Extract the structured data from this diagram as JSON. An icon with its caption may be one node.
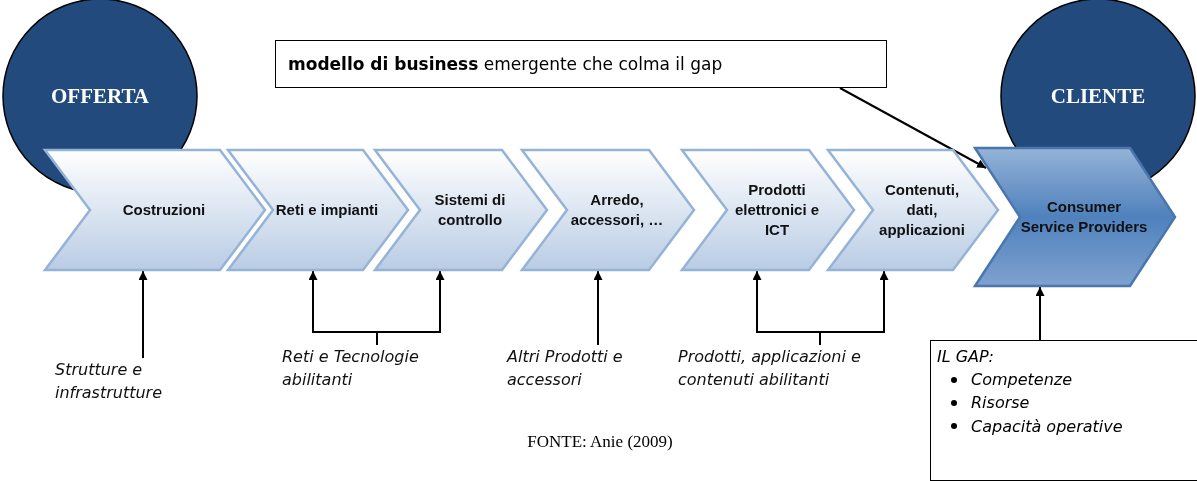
{
  "diagram": {
    "caption": "FONTE: Anie (2009)",
    "nodes": [
      {
        "text": [
          "OFFERTA"
        ]
      },
      {
        "text": [
          "CLIENTE"
        ]
      },
      {
        "text": [
          "**modello di business** emergente che colma il gap"
        ]
      },
      {
        "text": [
          "Costruzioni"
        ]
      },
      {
        "text": [
          "Reti e impianti"
        ]
      },
      {
        "text": [
          "Sistemi di controllo"
        ]
      },
      {
        "text": [
          "Arredo, accessori, …"
        ]
      },
      {
        "text": [
          "Prodotti elettronici e ICT"
        ]
      },
      {
        "text": [
          "Contenuti, dati, applicazioni"
        ]
      },
      {
        "text": [
          "Consumer Service Providers"
        ]
      },
      {
        "text": [
          "Strutture e infrastrutture"
        ]
      },
      {
        "text": [
          "Reti e Tecnologie abilitanti"
        ]
      },
      {
        "text": [
          "Altri Prodotti e accessori"
        ]
      },
      {
        "text": [
          "Prodotti, applicazioni e contenuti abilitanti"
        ]
      },
      {
        "text": [
          "IL GAP:",
          "Competenze",
          "Risorse",
          "Capacità operative"
        ]
      }
    ],
    "edges": [
      {
        "from": 2,
        "to": 9,
        "arrow": "to"
      },
      {
        "from": 10,
        "to": 3,
        "arrow": "to"
      },
      {
        "from": 11,
        "to": 4,
        "arrow": "to"
      },
      {
        "from": 11,
        "to": 5,
        "arrow": "to"
      },
      {
        "from": 12,
        "to": 6,
        "arrow": "to"
      },
      {
        "from": 13,
        "to": 7,
        "arrow": "to"
      },
      {
        "from": 13,
        "to": 8,
        "arrow": "to"
      },
      {
        "from": 14,
        "to": 9,
        "arrow": "to"
      }
    ]
  }
}
